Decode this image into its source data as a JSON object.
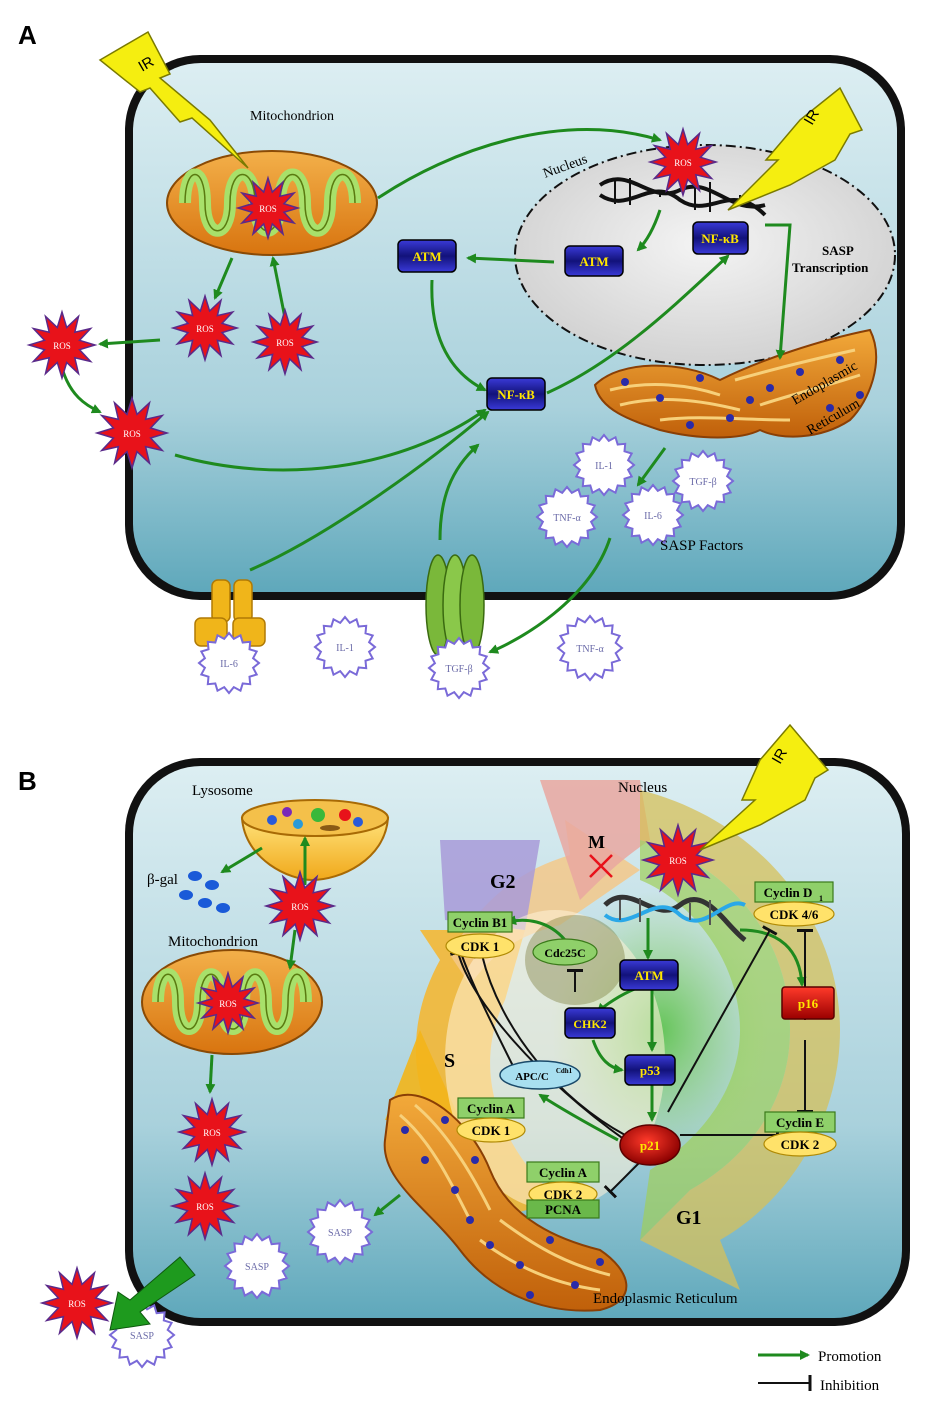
{
  "panels": {
    "a": {
      "letter": "A",
      "ir": "IR",
      "mitochondrion": "Mitochondrion",
      "nucleus": "Nucleus",
      "ros": "ROS",
      "atm": "ATM",
      "nfkb": "NF-κB",
      "sasp_transcription_1": "SASP",
      "sasp_transcription_2": "Transcription",
      "er_1": "Endoplasmic",
      "er_2": "Reticulum",
      "il1": "IL-1",
      "il6": "IL-6",
      "tgfb": "TGF-β",
      "tnfa": "TNF-α",
      "sasp_factors": "SASP Factors"
    },
    "b": {
      "letter": "B",
      "ir": "IR",
      "lysosome": "Lysosome",
      "nucleus": "Nucleus",
      "beta_gal": "β-gal",
      "mitochondrion": "Mitochondrion",
      "ros": "ROS",
      "sasp": "SASP",
      "phase_m": "M",
      "phase_g2": "G2",
      "phase_s": "S",
      "phase_g1": "G1",
      "cyclin_b1": "Cyclin B1",
      "cdk1": "CDK 1",
      "cdc25c": "Cdc25C",
      "atm": "ATM",
      "chk2": "CHK2",
      "p53": "p53",
      "p21": "p21",
      "p16": "p16",
      "apc": "APC/C",
      "apc_sup": "Cdh1",
      "cyclin_a": "Cyclin A",
      "cdk2": "CDK 2",
      "pcna": "PCNA",
      "cyclin_d1": "Cyclin D",
      "cyclin_d1_sub": "1",
      "cdk46": "CDK 4/6",
      "cyclin_e": "Cyclin E",
      "er": "Endoplasmic Reticulum"
    }
  },
  "legend": {
    "promotion": "Promotion",
    "inhibition": "Inhibition"
  },
  "colors": {
    "cell_top": "#d8ecf0",
    "cell_bottom": "#5fa8bb",
    "arrow": "#1e8a1e",
    "ros_fill": "#e8121a",
    "ros_stroke": "#5a2a8a",
    "node_fill": "#1a1a8c",
    "node_text": "#ffe600",
    "ir_bolt": "#f5ee10",
    "cyclin_green": "#8fd06a",
    "cdk_yellow": "#ffe26a"
  }
}
